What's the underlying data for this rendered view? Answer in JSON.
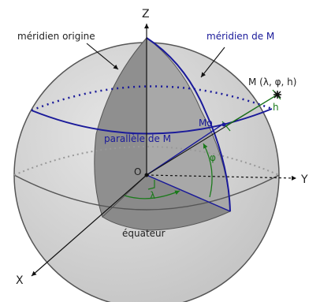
{
  "labels": {
    "z_axis": "Z",
    "y_axis": "Y",
    "x_axis": "X",
    "origin": "O",
    "prime_meridian": "méridien origine",
    "meridian_m": "méridien de M",
    "point_m": "M (λ, φ, h)",
    "point_mo": "Mo",
    "parallel_m": "parallèle de M",
    "latitude": "φ",
    "longitude": "λ",
    "height": "h",
    "equator": "équateur"
  },
  "colors": {
    "sphere_fill": "#d4d4d4",
    "sphere_stroke": "#555555",
    "cut_dark": "#8f8f8f",
    "cut_mid": "#a8a8a8",
    "meridian_blue": "#1a1a9a",
    "angle_green": "#1b7a1b",
    "text": "#222222"
  }
}
